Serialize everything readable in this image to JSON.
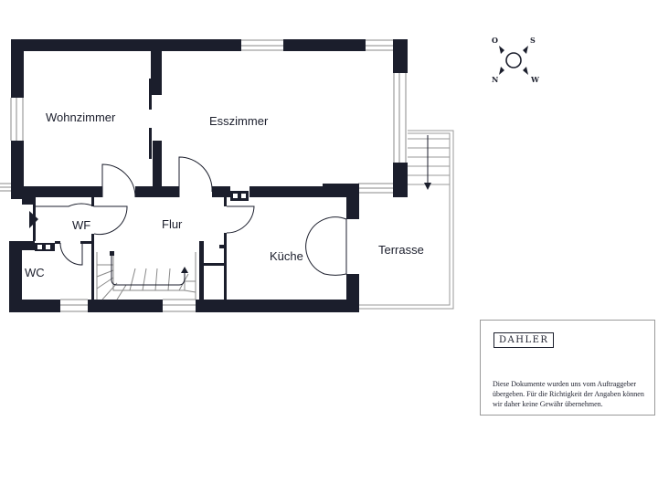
{
  "rooms": {
    "wohnzimmer": "Wohnzimmer",
    "esszimmer": "Esszimmer",
    "wf": "WF",
    "flur": "Flur",
    "kueche": "Küche",
    "wc": "WC",
    "terrasse": "Terrasse"
  },
  "compass": {
    "n": "N",
    "o": "O",
    "s": "S",
    "w": "W"
  },
  "info": {
    "brand": "DAHLER",
    "disclaimer": "Diese Dokumente wurden uns vom Auftraggeber übergeben. Für die Richtigkeit der Angaben können wir daher keine Gewähr übernehmen."
  },
  "colors": {
    "wall": "#1b1e2c",
    "line": "#8a8a8a"
  }
}
